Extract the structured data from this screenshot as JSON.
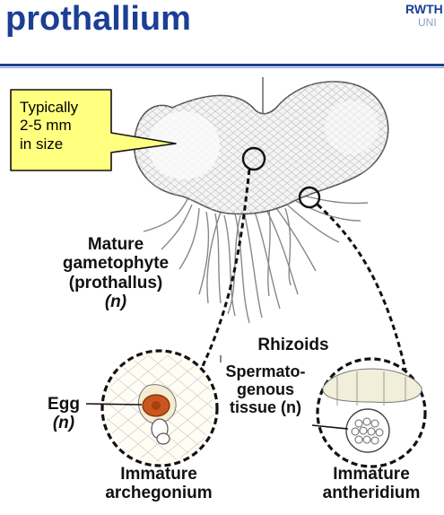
{
  "header": {
    "title": "prothallium",
    "logo_main": "RWTH",
    "logo_sub": "UNI"
  },
  "callout": {
    "lines": [
      "Typically",
      "2-5 mm",
      "in size"
    ],
    "fill": "#ffff80"
  },
  "labels": {
    "mature_gametophyte": [
      "Mature",
      "gametophyte",
      "(prothallus)",
      "(n)"
    ],
    "rhizoids": "Rhizoids",
    "spermatogenous": [
      "Spermato-",
      "genous",
      "tissue (n)"
    ],
    "egg": [
      "Egg",
      "(n)"
    ],
    "immature_archegonium": [
      "Immature",
      "archegonium"
    ],
    "immature_antheridium": [
      "Immature",
      "antheridium"
    ]
  },
  "colors": {
    "title": "#1c3f94",
    "rule": "#1c3f94",
    "egg": "#c8561e"
  }
}
